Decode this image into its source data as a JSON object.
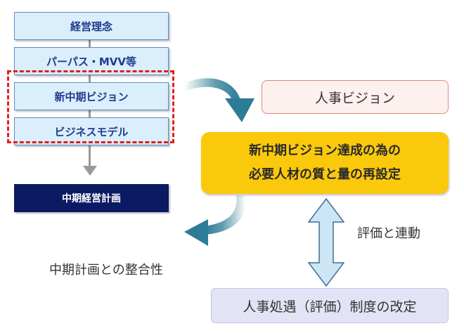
{
  "left_column": {
    "philosophy": "経営理念",
    "purpose_mvv": "パーパス・MVV等",
    "midterm_vision": "新中期ビジョン",
    "business_model": "ビジネスモデル",
    "midterm_plan": "中期経営計画"
  },
  "hr_vision": "人事ビジョン",
  "reset_box": {
    "line1": "新中期ビジョン達成の為の",
    "line2": "必要人材の質と量の再設定"
  },
  "evaluation_link": "評価と連動",
  "consistency_label": "中期計画との整合性",
  "hr_system": "人事処遇（評価）制度の改定",
  "colors": {
    "light_box": "#dbeefb",
    "navy_box": "#0b1b63",
    "dashed_frame": "#e0201e",
    "yellow_box": "#fbc90b",
    "curve_arrow": "#2d7c95",
    "double_arrow": "#cde6f6"
  }
}
